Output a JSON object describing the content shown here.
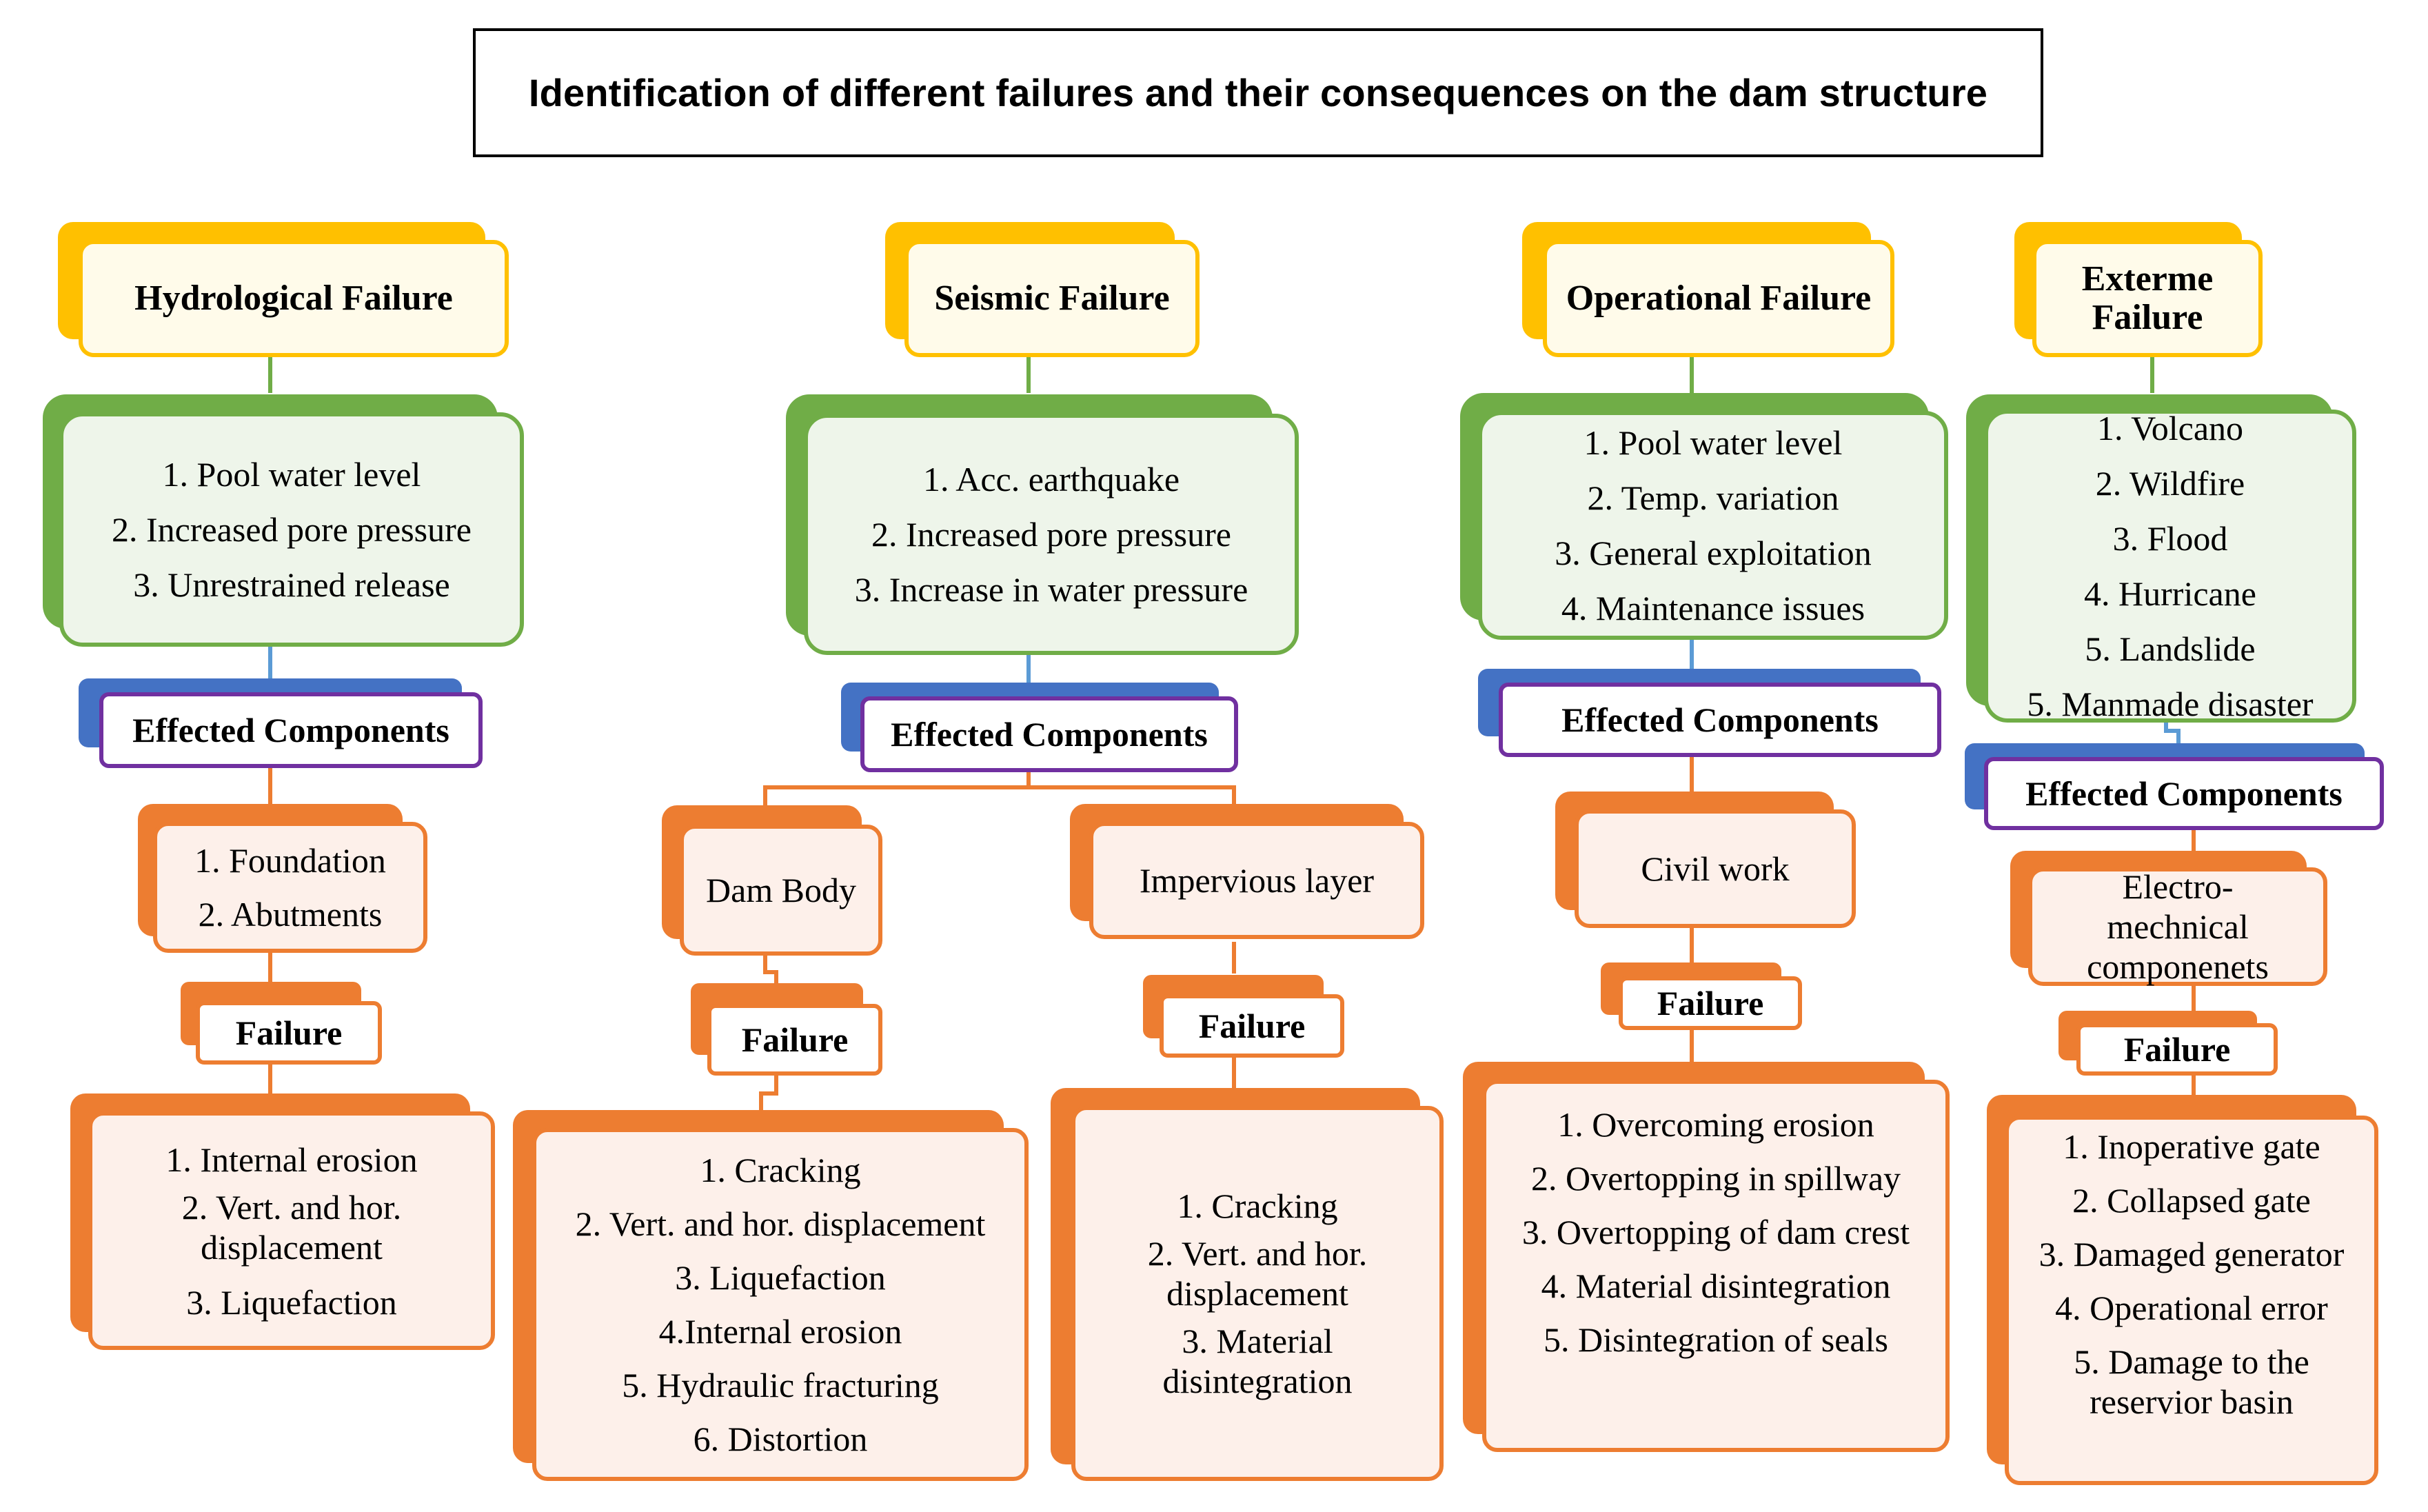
{
  "title": "Identification of different failures and their consequences on the dam structure",
  "colors": {
    "yellow": "#ffc000",
    "green": "#70ad47",
    "blue": "#4472c4",
    "purple": "#7030a0",
    "orange": "#ed7d31",
    "connector_blue": "#5b9bd5"
  },
  "columns": {
    "hydrological": {
      "header": "Hydrological Failure",
      "causes": [
        "1. Pool water level",
        "2. Increased pore pressure",
        "3. Unrestrained release"
      ],
      "effected_label": "Effected Components",
      "components": [
        "1. Foundation",
        "2. Abutments"
      ],
      "failure_label": "Failure",
      "failures": [
        "1. Internal erosion",
        "2. Vert. and hor.",
        "displacement",
        "3. Liquefaction"
      ]
    },
    "seismic": {
      "header": "Seismic Failure",
      "causes": [
        "1. Acc. earthquake",
        "2. Increased pore pressure",
        "3. Increase in water pressure"
      ],
      "effected_label": "Effected Components",
      "branches": {
        "dam_body": {
          "component": "Dam Body",
          "failure_label": "Failure",
          "failures": [
            "1. Cracking",
            "2. Vert. and hor. displacement",
            "3. Liquefaction",
            "4.Internal erosion",
            "5. Hydraulic fracturing",
            "6. Distortion"
          ]
        },
        "impervious": {
          "component": "Impervious layer",
          "failure_label": "Failure",
          "failures": [
            "1. Cracking",
            "2. Vert. and hor.",
            "displacement",
            "3. Material",
            "disintegration"
          ]
        }
      }
    },
    "operational": {
      "header": "Operational Failure",
      "causes": [
        "1. Pool water level",
        "2. Temp. variation",
        "3. General exploitation",
        "4. Maintenance issues"
      ],
      "effected_label": "Effected Components",
      "component": "Civil work",
      "failure_label": "Failure",
      "failures": [
        "1. Overcoming erosion",
        "2. Overtopping in spillway",
        "3. Overtopping of dam crest",
        "4. Material disintegration",
        "5. Disintegration of seals"
      ]
    },
    "extreme": {
      "header": [
        "Exterme",
        "Failure"
      ],
      "causes": [
        "1. Volcano",
        "2. Wildfire",
        "3. Flood",
        "4. Hurricane",
        "5. Landslide",
        "5. Manmade disaster"
      ],
      "effected_label": "Effected Components",
      "component": [
        "Electro-",
        "mechnical",
        "componenets"
      ],
      "failure_label": "Failure",
      "failures": [
        "1. Inoperative gate",
        "2. Collapsed gate",
        "3. Damaged generator",
        "4. Operational error",
        "5. Damage to the",
        "reservior basin"
      ]
    }
  }
}
